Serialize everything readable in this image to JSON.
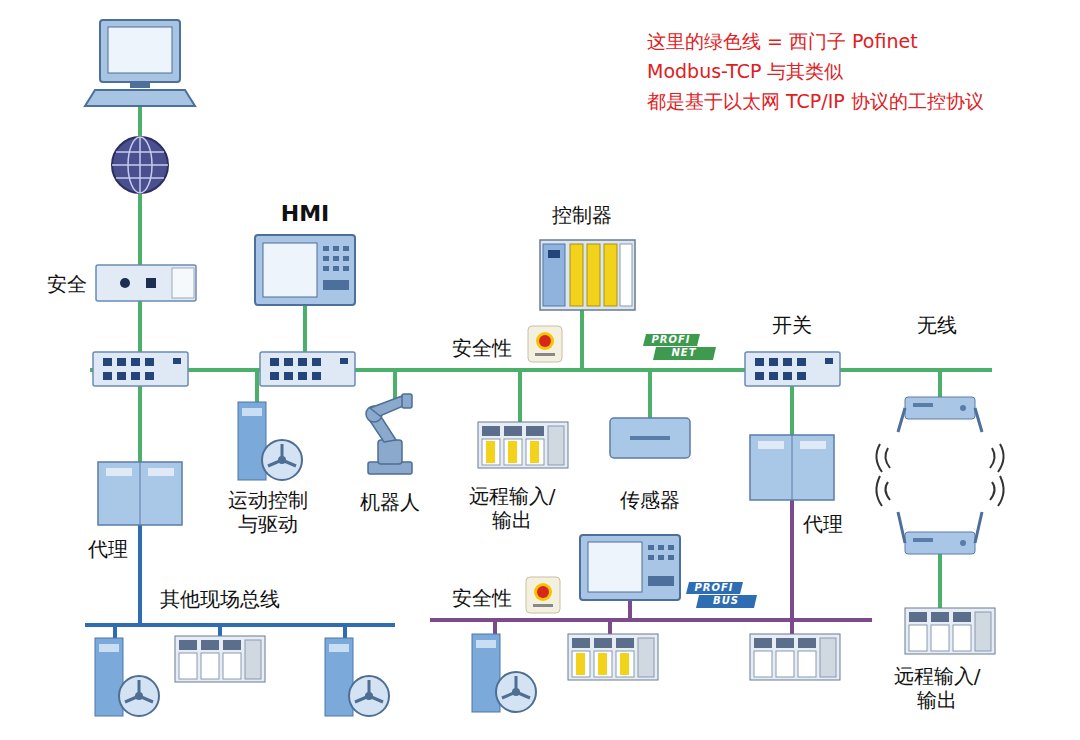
{
  "diagram": {
    "labels": [
      "这里的绿色线 = 西门子 Pofinet",
      "Modbus-TCP 与其类似",
      "都是基于以太网 TCP/IP 协议的工控协议",
      "HMI",
      "控制器",
      "安全",
      "安全性",
      "PROFI",
      "NET",
      "开关",
      "无线",
      "运动控制 与驱动",
      "机器人",
      "远程输入/ 输出",
      "传感器",
      "代理",
      "代理",
      "其他现场总线",
      "安全性",
      "PROFI",
      "BUS",
      "远程输入/ 输出"
    ]
  }
}
